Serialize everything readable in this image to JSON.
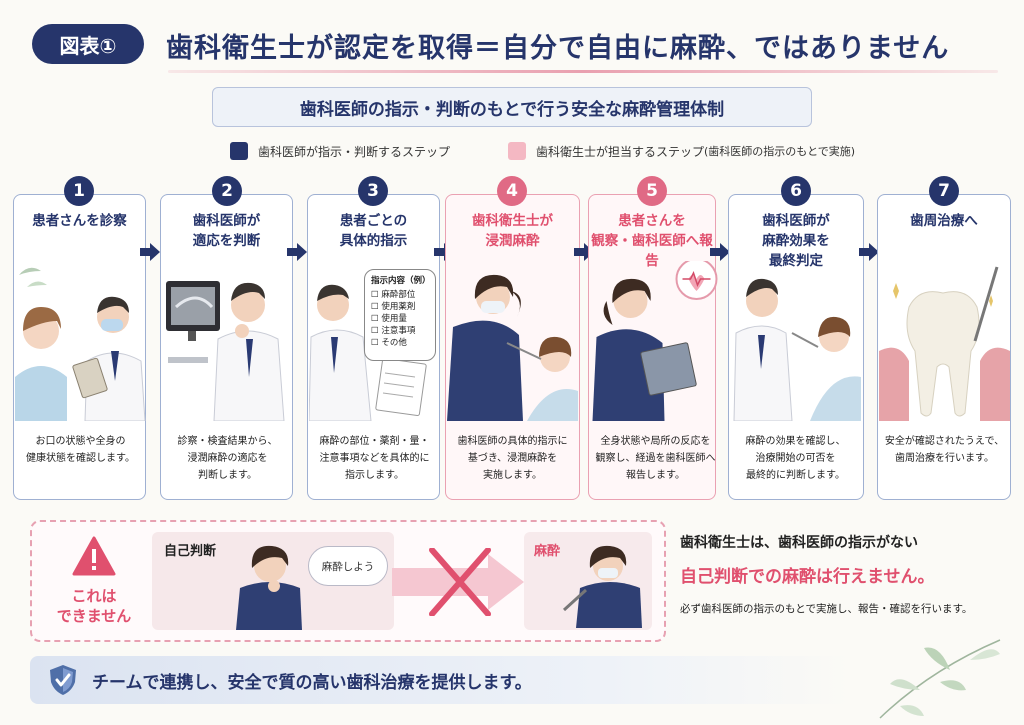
{
  "header": {
    "badge": "図表①",
    "title": "歯科衛生士が認定を取得＝自分で自由に麻酔、ではありません"
  },
  "subtitle": "歯科医師の指示・判断のもとで行う安全な麻酔管理体制",
  "legend": {
    "dentist": "歯科医師が指示・判断するステップ",
    "hygienist": "歯科衛生士が担当するステップ",
    "hygienist_note": "(歯科医師の指示のもとで実施)",
    "dentist_color": "#26356b",
    "hygienist_color": "#f4b8c3"
  },
  "steps": [
    {
      "num": "1",
      "title": "患者さんを診察",
      "desc": "お口の状態や全身の\n健康状態を確認します。",
      "role": "dentist"
    },
    {
      "num": "2",
      "title": "歯科医師が\n適応を判断",
      "desc": "診察・検査結果から、\n浸潤麻酔の適応を\n判断します。",
      "role": "dentist"
    },
    {
      "num": "3",
      "title": "患者ごとの\n具体的指示",
      "desc": "麻酔の部位・薬剤・量・\n注意事項などを具体的に\n指示します。",
      "role": "dentist",
      "memo": {
        "heading": "指示内容（例）",
        "items": [
          "麻酔部位",
          "使用薬剤",
          "使用量",
          "注意事項",
          "その他"
        ]
      }
    },
    {
      "num": "4",
      "title": "歯科衛生士が\n浸潤麻酔",
      "desc": "歯科医師の具体的指示に\n基づき、浸潤麻酔を\n実施します。",
      "role": "hygienist"
    },
    {
      "num": "5",
      "title": "患者さんを\n観察・歯科医師へ報告",
      "desc": "全身状態や局所の反応を\n観察し、経過を歯科医師へ\n報告します。",
      "role": "hygienist"
    },
    {
      "num": "6",
      "title": "歯科医師が\n麻酔効果を\n最終判定",
      "desc": "麻酔の効果を確認し、\n治療開始の可否を\n最終的に判断します。",
      "role": "dentist"
    },
    {
      "num": "7",
      "title": "歯周治療へ",
      "desc": "安全が確認されたうえで、\n歯周治療を行います。",
      "role": "dentist"
    }
  ],
  "prohibition": {
    "warning": "これは\nできません",
    "self_judgment": "自己判断",
    "thought": "麻酔しよう",
    "anesthesia": "麻酔"
  },
  "right_text": {
    "line1": "歯科衛生士は、歯科医師の指示がない",
    "line2": "自己判断での麻酔は行えません。",
    "line3": "必ず歯科医師の指示のもとで実施し、報告・確認を行います。"
  },
  "banner": "チームで連携し、安全で質の高い歯科治療を提供します。"
}
